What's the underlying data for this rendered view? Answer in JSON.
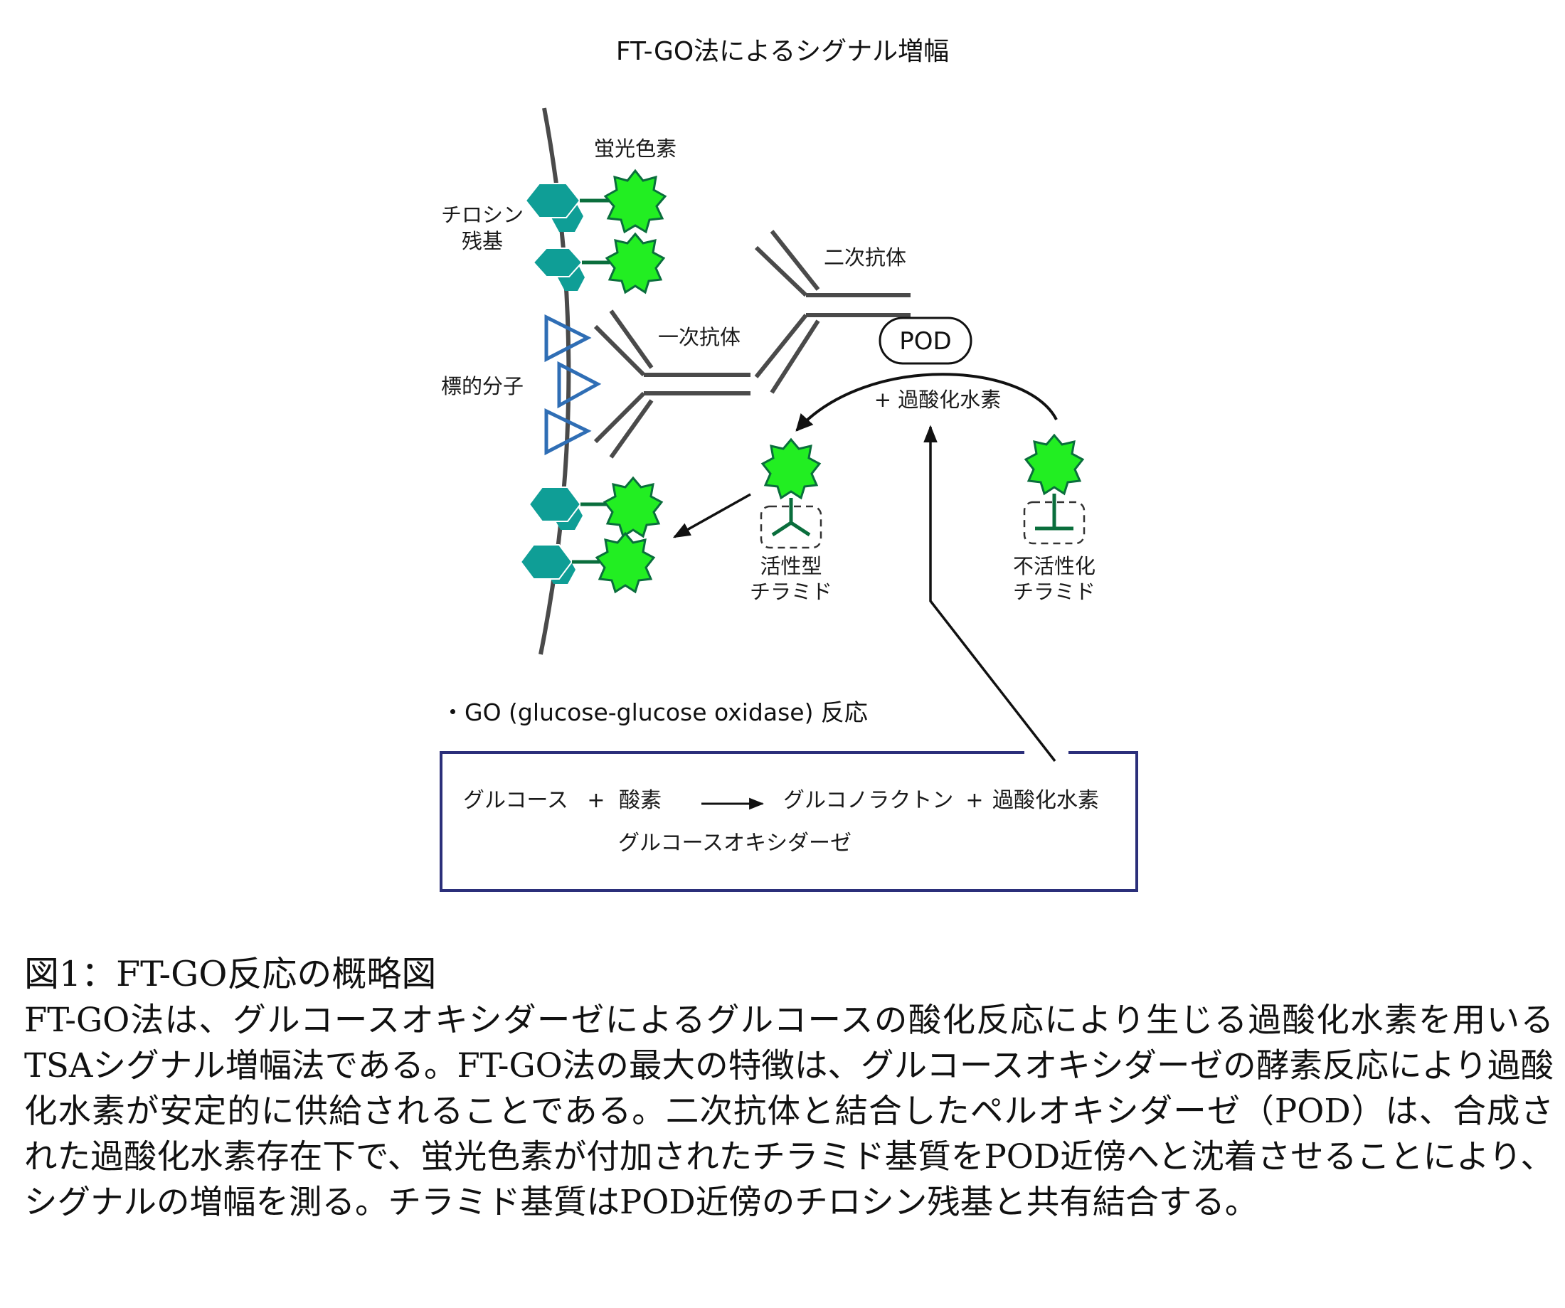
{
  "diagram": {
    "title": "FT-GO法によるシグナル増幅",
    "labels": {
      "fluorophore": "蛍光色素",
      "tyrosine_line1": "チロシン",
      "tyrosine_line2": "残基",
      "target_molecule": "標的分子",
      "primary_antibody": "一次抗体",
      "secondary_antibody": "二次抗体",
      "pod": "POD",
      "h2o2": "+ 過酸化水素",
      "active_line1": "活性型",
      "active_line2": "チラミド",
      "inactive_line1": "不活性化",
      "inactive_line2": "チラミド"
    },
    "go_reaction": {
      "bullet": "・GO (glucose-glucose oxidase) 反応",
      "reactant1": "グルコース",
      "plus1": "+",
      "reactant2": "酸素",
      "product1": "グルコノラクトン",
      "plus2": "+",
      "product2": "過酸化水素",
      "enzyme": "グルコースオキシダーゼ"
    },
    "colors": {
      "teal_hexagon": "#0f9e96",
      "fluorophore_green": "#22ee22",
      "dark_green": "#0a6e3c",
      "target_blue": "#2f6eb5",
      "antibody_gray": "#4a4a4a",
      "box_border": "#2b2f7a"
    }
  },
  "caption": {
    "title": "図1：FT-GO反応の概略図",
    "body": "FT-GO法は、グルコースオキシダーゼによるグルコースの酸化反応により生じる過酸化水素を用いるTSAシグナル増幅法である。FT-GO法の最大の特徴は、グルコースオキシダーゼの酵素反応により過酸化水素が安定的に供給されることである。二次抗体と結合したペルオキシダーゼ（POD）は、合成された過酸化水素存在下で、蛍光色素が付加されたチラミド基質をPOD近傍へと沈着させることにより、シグナルの増幅を測る。チラミド基質はPOD近傍のチロシン残基と共有結合する。"
  }
}
